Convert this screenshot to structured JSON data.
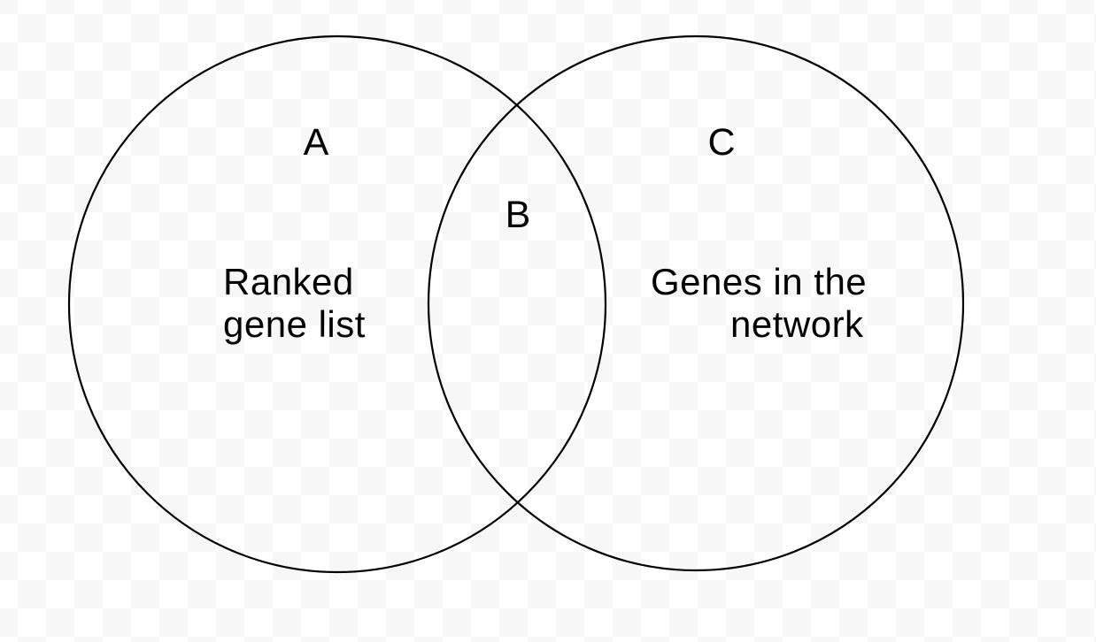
{
  "background": {
    "checker_light": "#ffffff",
    "checker_dark": "#f7f7f7"
  },
  "diagram": {
    "type": "venn",
    "line_color": "#000000",
    "text_color": "#000000",
    "sets": [
      {
        "id": "A",
        "label": "A",
        "description_line1": "Ranked",
        "description_line2": "gene list"
      },
      {
        "id": "C",
        "label": "C",
        "description_line1": "Genes in the",
        "description_line2": "network"
      }
    ],
    "intersection": {
      "id": "B",
      "label": "B"
    }
  }
}
